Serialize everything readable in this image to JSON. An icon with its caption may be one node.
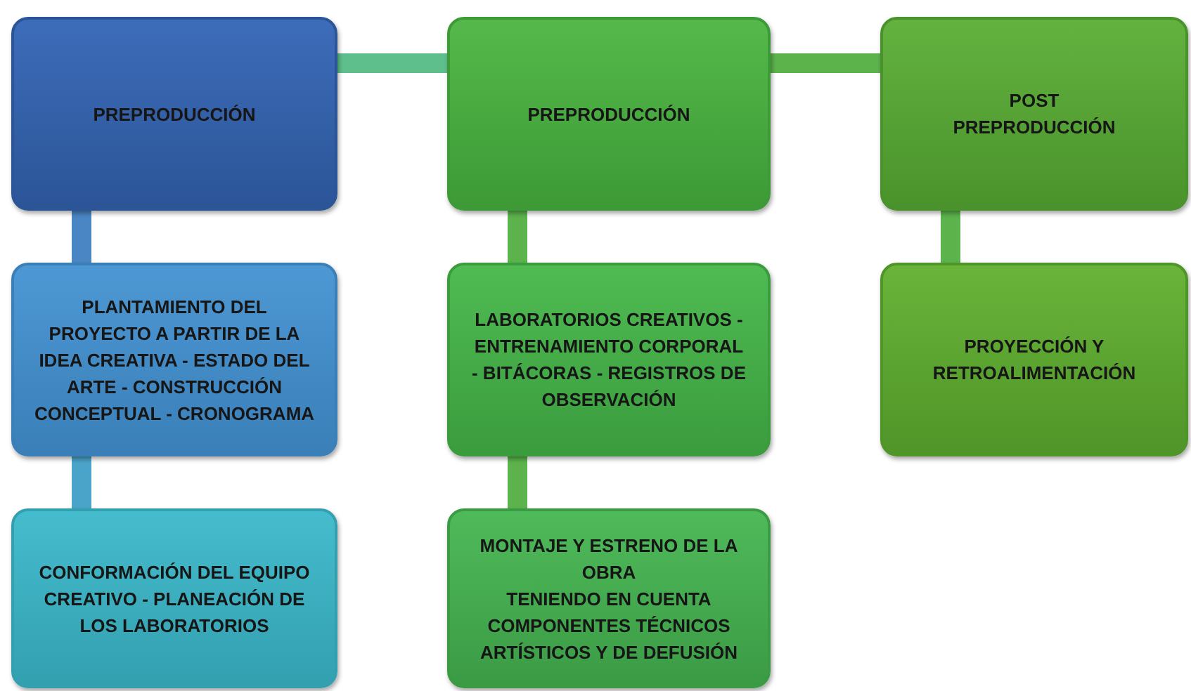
{
  "diagram": {
    "nodes": [
      {
        "text": [
          "PREPRODUCCIÓN"
        ]
      },
      {
        "text": [
          "PLANTAMIENTO DEL PROYECTO A PARTIR DE LA IDEA CREATIVA - ESTADO DEL ARTE - CONSTRUCCIÓN CONCEPTUAL - CRONOGRAMA"
        ]
      },
      {
        "text": [
          "CONFORMACIÓN DEL EQUIPO CREATIVO - PLANEACIÓN DE LOS LABORATORIOS"
        ]
      },
      {
        "text": [
          "PREPRODUCCIÓN"
        ]
      },
      {
        "text": [
          "LABORATORIOS CREATIVOS - ENTRENAMIENTO CORPORAL - BITÁCORAS - REGISTROS DE OBSERVACIÓN"
        ]
      },
      {
        "text": [
          "MONTAJE Y ESTRENO DE LA OBRA",
          "TENIENDO EN CUENTA COMPONENTES TÉCNICOS ARTÍSTICOS Y DE DEFUSIÓN"
        ]
      },
      {
        "text": [
          "POST PREPRODUCCIÓN"
        ]
      },
      {
        "text": [
          "PROYECCIÓN Y RETROALIMENTACIÓN"
        ]
      }
    ],
    "edges": [
      {
        "from": 0,
        "to": 1,
        "arrow": "none",
        "color": "#4a86c4"
      },
      {
        "from": 1,
        "to": 2,
        "arrow": "none",
        "color": "#4aa3c8"
      },
      {
        "from": 0,
        "to": 3,
        "arrow": "none",
        "color": "#5fbf8c"
      },
      {
        "from": 3,
        "to": 4,
        "arrow": "none"
      },
      {
        "from": 4,
        "to": 5,
        "arrow": "none"
      },
      {
        "from": 3,
        "to": 6,
        "arrow": "none"
      },
      {
        "from": 6,
        "to": 7,
        "arrow": "none"
      }
    ]
  }
}
